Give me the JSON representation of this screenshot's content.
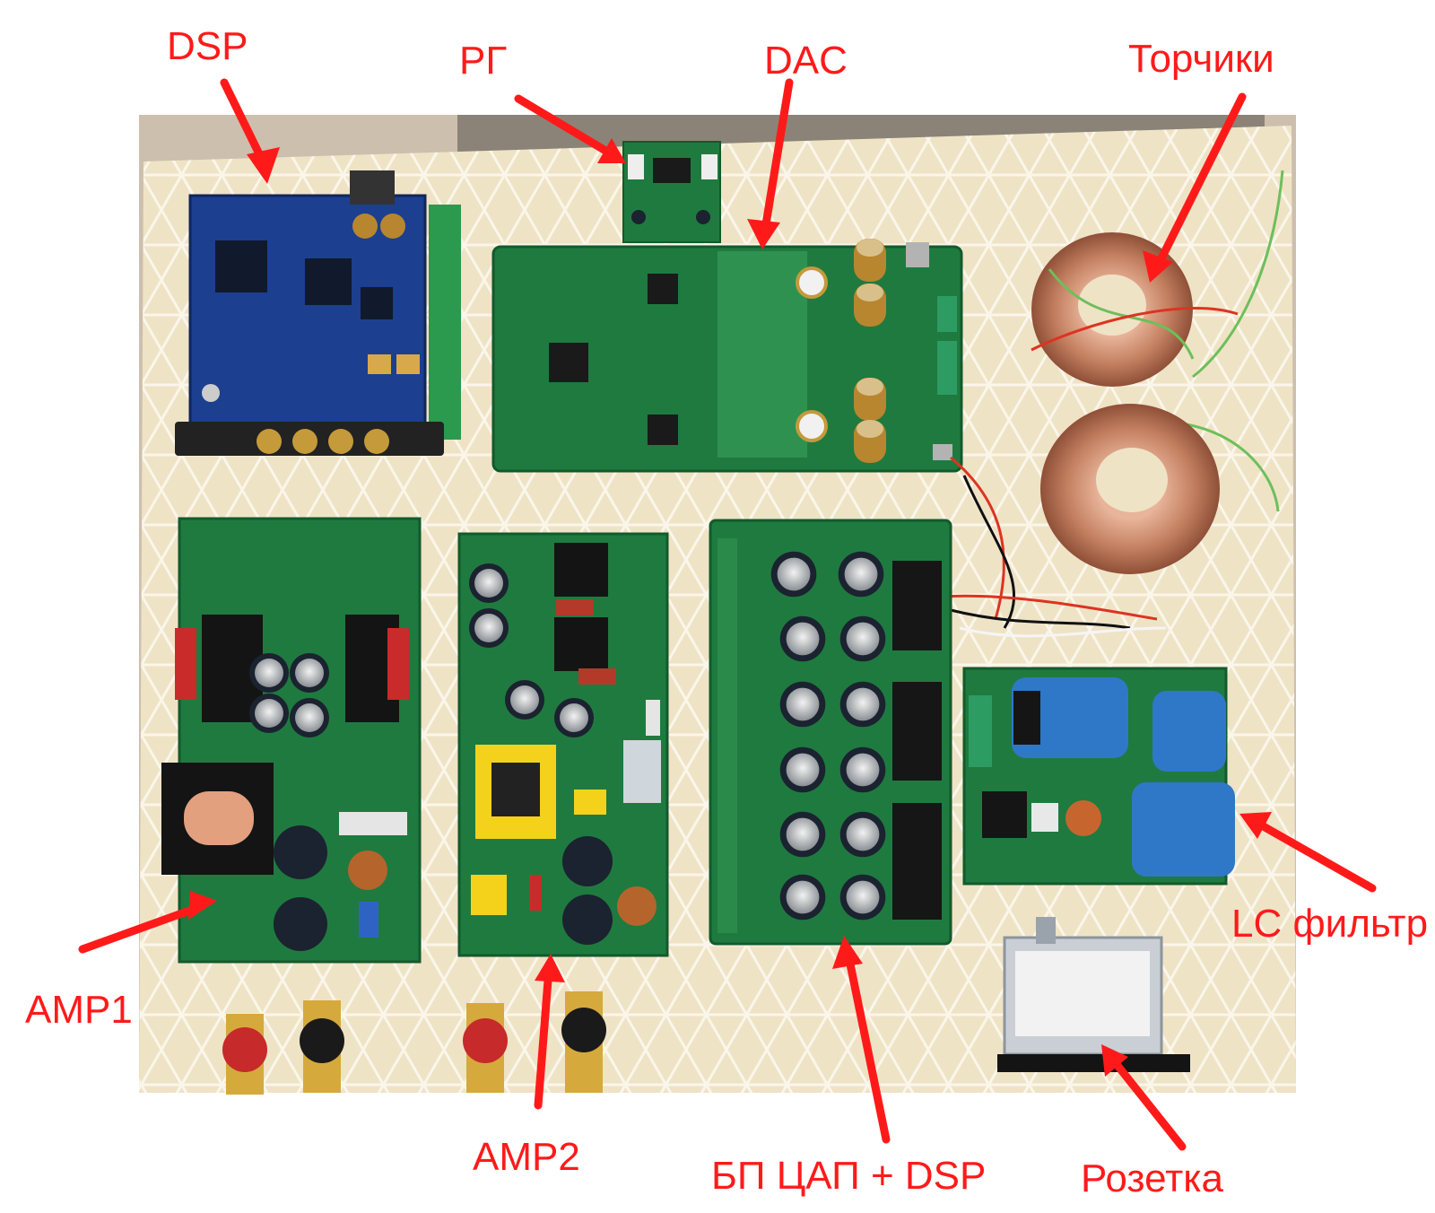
{
  "labels": {
    "dsp": "DSP",
    "rg": "РГ",
    "dac": "DAC",
    "toroids": "Торчики",
    "lc_filter": "LC фильтр",
    "amp1": "AMP1",
    "amp2": "AMP2",
    "psu": "БП ЦАП + DSP",
    "socket": "Розетка"
  },
  "colors": {
    "annotation": "#ff1a1a",
    "table": "#efe3c6",
    "pcb_green": "#1f7a3f",
    "pcb_blue": "#1c3f8f",
    "copper": "#c98763"
  }
}
